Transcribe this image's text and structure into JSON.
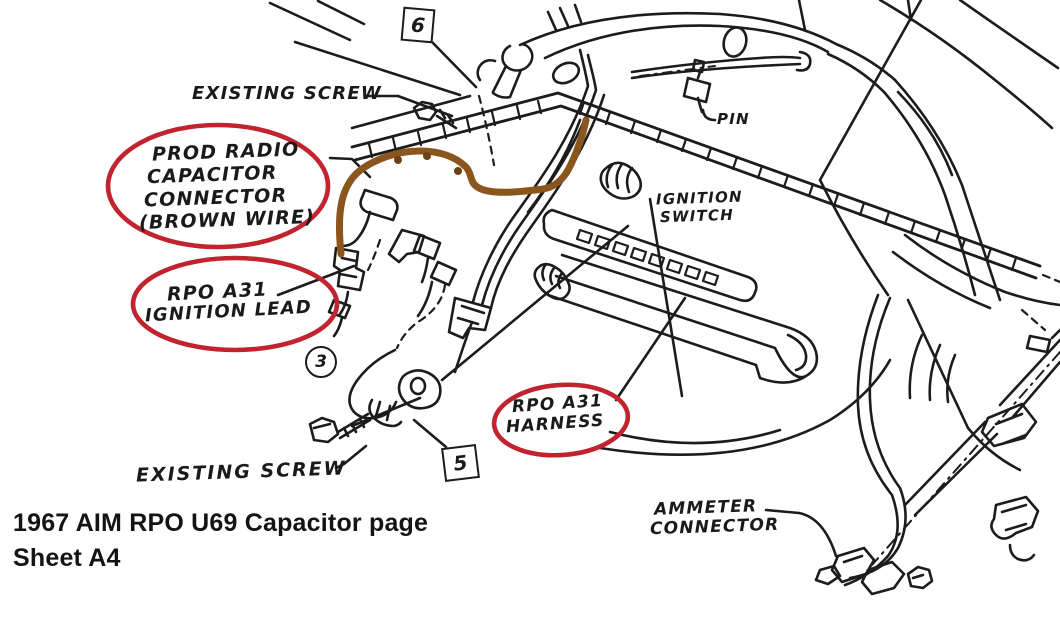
{
  "title_caption": {
    "line1": "1967 AIM RPO U69 Capacitor page",
    "line2": "Sheet A4"
  },
  "labels": {
    "existing_screw_top": "EXISTING SCREW",
    "prod_radio_capacitor": {
      "l1": "PROD RADIO",
      "l2": "CAPACITOR",
      "l3": "CONNECTOR",
      "l4": "(BROWN WIRE)"
    },
    "rpo_a31_ignition_lead": {
      "l1": "RPO A31",
      "l2": "IGNITION LEAD"
    },
    "ignition_switch": {
      "l1": "IGNITION",
      "l2": "SWITCH"
    },
    "pin": "PIN",
    "rpo_a31_harness": {
      "l1": "RPO A31",
      "l2": "HARNESS"
    },
    "existing_screw_bottom": "EXISTING SCREW",
    "ammeter_connector": {
      "l1": "AMMETER",
      "l2": "CONNECTOR"
    }
  },
  "item_markers": {
    "boxed_6": "6",
    "circled_3": "3",
    "boxed_5": "5"
  },
  "colors": {
    "background": "#ffffff",
    "ink": "#1c1c1c",
    "highlight_red": "#c1242e",
    "wire_brown": "#8a561e"
  }
}
